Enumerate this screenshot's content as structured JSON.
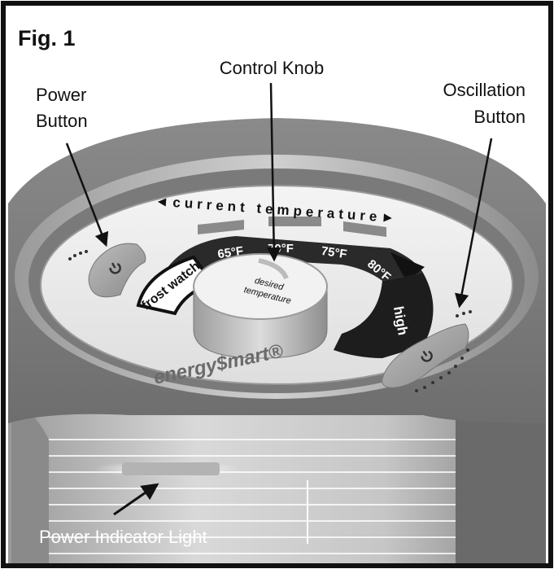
{
  "figure": {
    "title": "Fig. 1"
  },
  "callouts": {
    "control_knob": "Control Knob",
    "power_button": [
      "Power",
      "Button"
    ],
    "oscillation_button": [
      "Oscillation",
      "Button"
    ],
    "power_light": "Power Indicator Light"
  },
  "dial": {
    "current_temperature": "◄current temperature►",
    "marks": [
      "65°F",
      "70°F",
      "75°F",
      "80°F"
    ],
    "frost_watch": "frost watch",
    "high": "high",
    "knob_label": [
      "desired",
      "temperature"
    ],
    "brand": "energy$mart®"
  },
  "icons": {
    "power": "power-symbol-icon",
    "oscillation": "oscillation-symbol-icon"
  },
  "colors": {
    "frame": "#111111",
    "face": "#ececec",
    "band": "#222222",
    "text_light": "#ffffff"
  }
}
